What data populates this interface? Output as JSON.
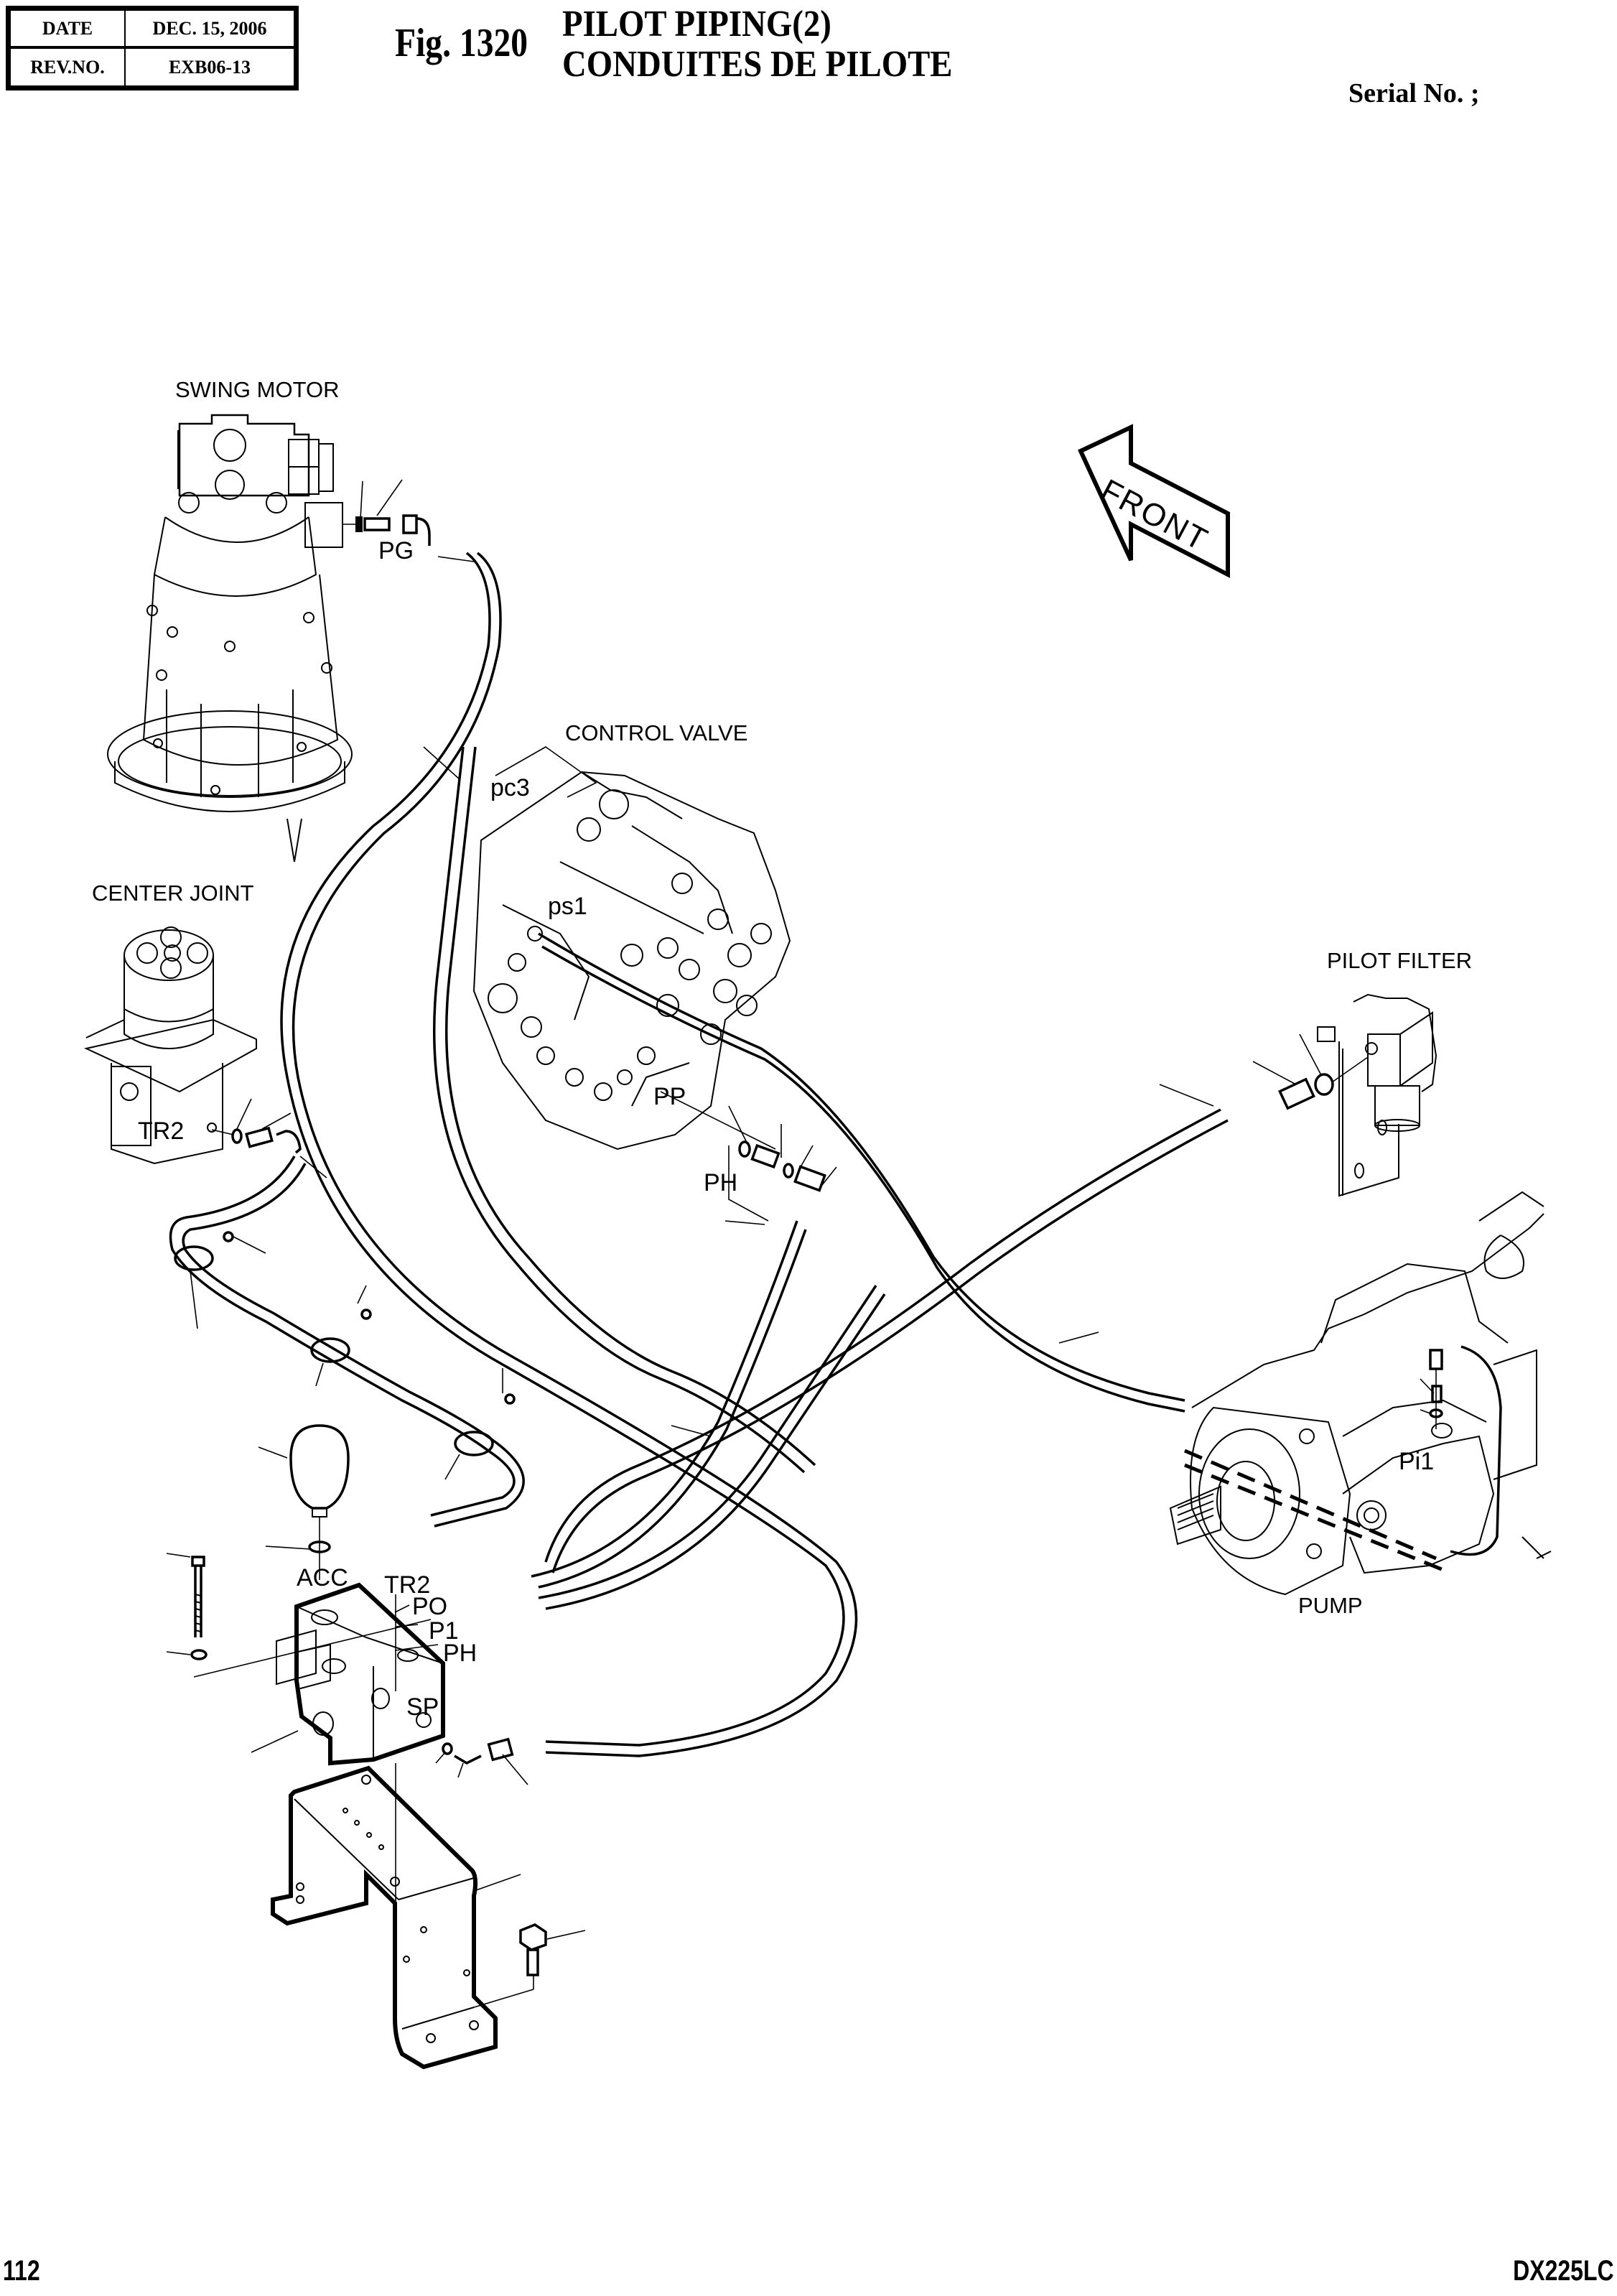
{
  "header": {
    "date_label": "DATE",
    "date_value": "DEC. 15, 2006",
    "rev_label": "REV.NO.",
    "rev_value": "EXB06-13",
    "figure": "Fig. 1320",
    "title_en": "PILOT PIPING(2)",
    "title_fr": "CONDUITES DE PILOTE",
    "serial": "Serial No. ;"
  },
  "components": {
    "swing_motor": "SWING MOTOR",
    "control_valve": "CONTROL VALVE",
    "center_joint": "CENTER JOINT",
    "pilot_filter": "PILOT FILTER",
    "pump": "PUMP"
  },
  "direction_arrow": {
    "label": "FRONT",
    "icon": "front-arrow-icon"
  },
  "ports": {
    "pg": "PG",
    "pc3": "pc3",
    "ps1": "ps1",
    "pp": "PP",
    "ph_cv": "PH",
    "tr2_cj": "TR2",
    "pi1": "Pi1",
    "acc": "ACC",
    "tr2_block": "TR2",
    "po": "PO",
    "p1": "P1",
    "ph_block": "PH",
    "sp": "SP"
  },
  "footer": {
    "page_number": "112",
    "model": "DX225LC"
  }
}
